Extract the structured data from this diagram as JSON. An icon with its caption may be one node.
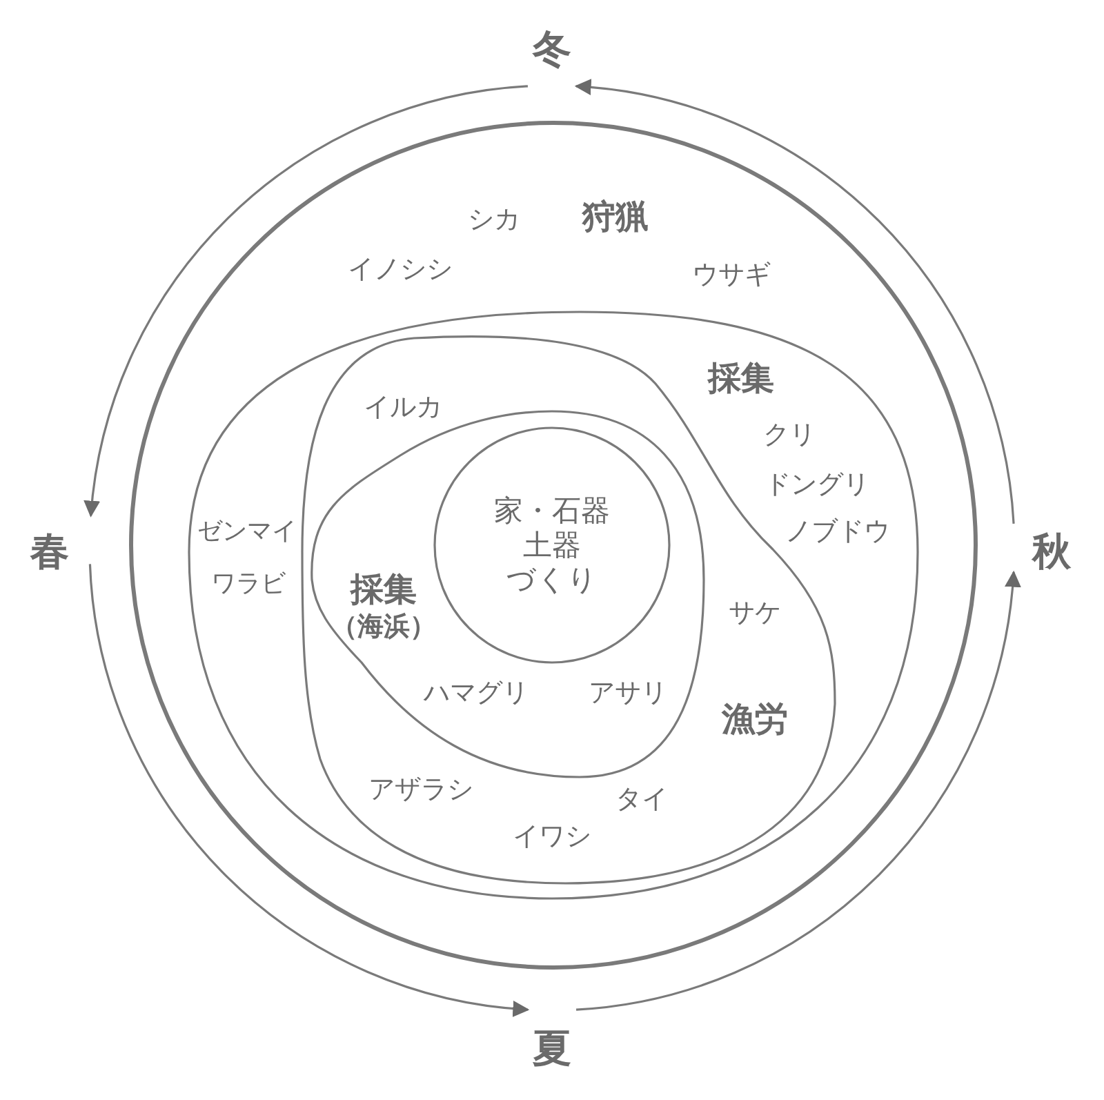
{
  "diagram": {
    "nodes": [
      {
        "text": [
          "狩猟",
          "シカ",
          "イノシシ",
          "ウサギ"
        ]
      },
      {
        "text": [
          "採集",
          "クリ",
          "ドングリ",
          "ノブドウ",
          "ゼンマイ",
          "ワラビ"
        ],
        "in": 0
      },
      {
        "text": [
          "イルカ",
          "サケ",
          "漁労",
          "アザラシ",
          "タイ",
          "イワシ"
        ],
        "in": 1
      },
      {
        "text": [
          "採集（海浜）",
          "ハマグリ",
          "アサリ"
        ],
        "in": 2
      },
      {
        "text": [
          "家・石器土器づくり"
        ],
        "in": 3
      }
    ],
    "labels": [
      "冬",
      "春",
      "秋",
      "夏"
    ]
  }
}
